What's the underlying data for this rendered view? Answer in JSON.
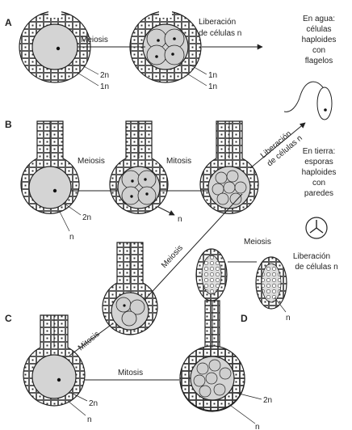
{
  "panels": {
    "A": {
      "letter": "A",
      "meiosis": "Meiosis",
      "release_line1": "Liberación",
      "release_line2": "de células n",
      "ploidy_left_a": "2n",
      "ploidy_left_b": "1n",
      "ploidy_right_a": "1n",
      "ploidy_right_b": "1n"
    },
    "B": {
      "letter": "B",
      "meiosis": "Meiosis",
      "mitosis": "Mitosis",
      "release_line1": "Liberación",
      "release_line2": "de células n",
      "ploidy_2n": "2n",
      "ploidy_n_a": "n",
      "ploidy_n_b": "n"
    },
    "C": {
      "letter": "C",
      "mitosis_diag": "Mitosis",
      "mitosis_upper": "Meiosis",
      "mitosis_horiz": "Mitosis",
      "ploidy_2n": "2n",
      "ploidy_n": "n"
    },
    "D": {
      "letter": "D",
      "meiosis": "Meiosis",
      "release_line1": "Liberación",
      "release_line2": "de células n",
      "ploidy_n": "n",
      "ploidy_2n": "2n",
      "ploidy_n2": "n"
    }
  },
  "water_note": [
    "En agua:",
    "células",
    "haploides",
    "con",
    "flagelos"
  ],
  "land_note": [
    "En tierra:",
    "esporas",
    "haploides",
    "con",
    "paredes"
  ]
}
